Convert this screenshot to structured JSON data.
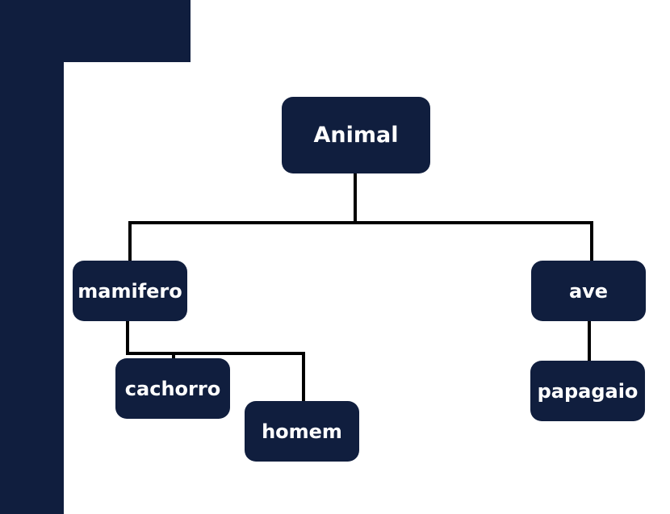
{
  "diagram": {
    "colors": {
      "node_fill": "#101e3e",
      "node_text": "#ffffff",
      "connector": "#000000",
      "background": "#ffffff",
      "frame": "#101e3e"
    },
    "nodes": {
      "root": {
        "label": "Animal"
      },
      "mamifero": {
        "label": "mamifero"
      },
      "ave": {
        "label": "ave"
      },
      "cachorro": {
        "label": "cachorro"
      },
      "homem": {
        "label": "homem"
      },
      "papagaio": {
        "label": "papagaio"
      }
    },
    "edges": [
      {
        "from": "Animal",
        "to": "mamifero"
      },
      {
        "from": "Animal",
        "to": "ave"
      },
      {
        "from": "mamifero",
        "to": "cachorro"
      },
      {
        "from": "mamifero",
        "to": "homem"
      },
      {
        "from": "ave",
        "to": "papagaio"
      }
    ]
  }
}
